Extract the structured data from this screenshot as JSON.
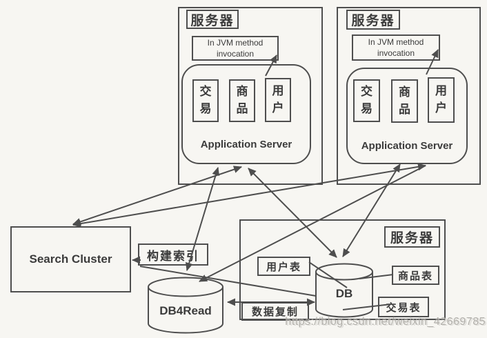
{
  "colors": {
    "background": "#f7f6f2",
    "line": "#4e4e4e",
    "text": "#3b3b3b",
    "watermark": "#b2b0ab"
  },
  "server1": {
    "label": "服务器",
    "jvm_note": "In JVM method invocation",
    "modules": [
      "交易",
      "商品",
      "用户"
    ],
    "app_server_label": "Application Server"
  },
  "server2": {
    "label": "服务器",
    "jvm_note": "In JVM method invocation",
    "modules": [
      "交易",
      "商品",
      "用户"
    ],
    "app_server_label": "Application Server"
  },
  "server3": {
    "label": "服务器",
    "user_table": "用户表",
    "product_table": "商品表",
    "trade_table": "交易表",
    "db_label": "DB",
    "replication_label": "数据复制"
  },
  "search_cluster": {
    "label": "Search Cluster"
  },
  "build_index": {
    "label": "构建索引"
  },
  "db4read": {
    "label": "DB4Read"
  },
  "watermark": {
    "text": "https://blog.csdn.net/weixin_42669785"
  }
}
